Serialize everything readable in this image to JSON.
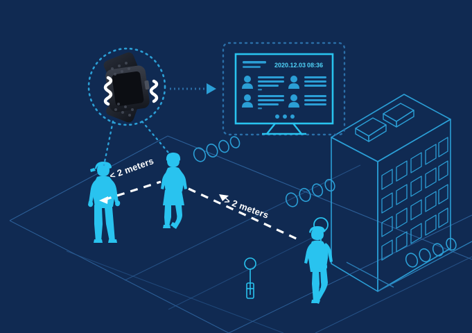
{
  "illustration": {
    "title": "Social distancing monitoring with wearable tracker",
    "background_color": "#102a52",
    "accent_color": "#29c3ef",
    "accent_dim_color": "#1f7fae",
    "grid_color": "#2a5c93",
    "white": "#ffffff"
  },
  "distance_labels": {
    "near": "< 2 meters",
    "far": "> 2 meters"
  },
  "monitor": {
    "date": "2020.12.03",
    "time": "08:36",
    "header_bars": 2,
    "user_cards": [
      {
        "id": "card-1",
        "lines": 3
      },
      {
        "id": "card-2",
        "lines": 3
      },
      {
        "id": "card-3",
        "lines": 3
      },
      {
        "id": "card-4",
        "lines": 3
      }
    ],
    "pagination_dots": 3
  },
  "wearable": {
    "device": "smartwatch",
    "signal_waves_left": 1,
    "signal_waves_right": 1,
    "highlight_ring": "dotted-circle"
  },
  "people": [
    {
      "id": "person-left",
      "pose": "standing",
      "accessory": "cap"
    },
    {
      "id": "person-middle",
      "pose": "walking",
      "accessory": "hair-bun"
    },
    {
      "id": "person-right",
      "pose": "walking",
      "accessory": "cap"
    }
  ],
  "building": {
    "window_columns": 5,
    "window_rows": 4,
    "roof_units": 2
  },
  "street_objects": {
    "lamp_post": 1,
    "ring_trails": [
      {
        "id": "trail-upper-left",
        "count": 4
      },
      {
        "id": "trail-middle",
        "count": 4
      },
      {
        "id": "trail-lower-right",
        "count": 4
      }
    ]
  },
  "connectors": {
    "arrow": "dotted-arrow-to-monitor",
    "watch_to_person_left": "dotted-line",
    "watch_to_person_middle": "dotted-line"
  }
}
